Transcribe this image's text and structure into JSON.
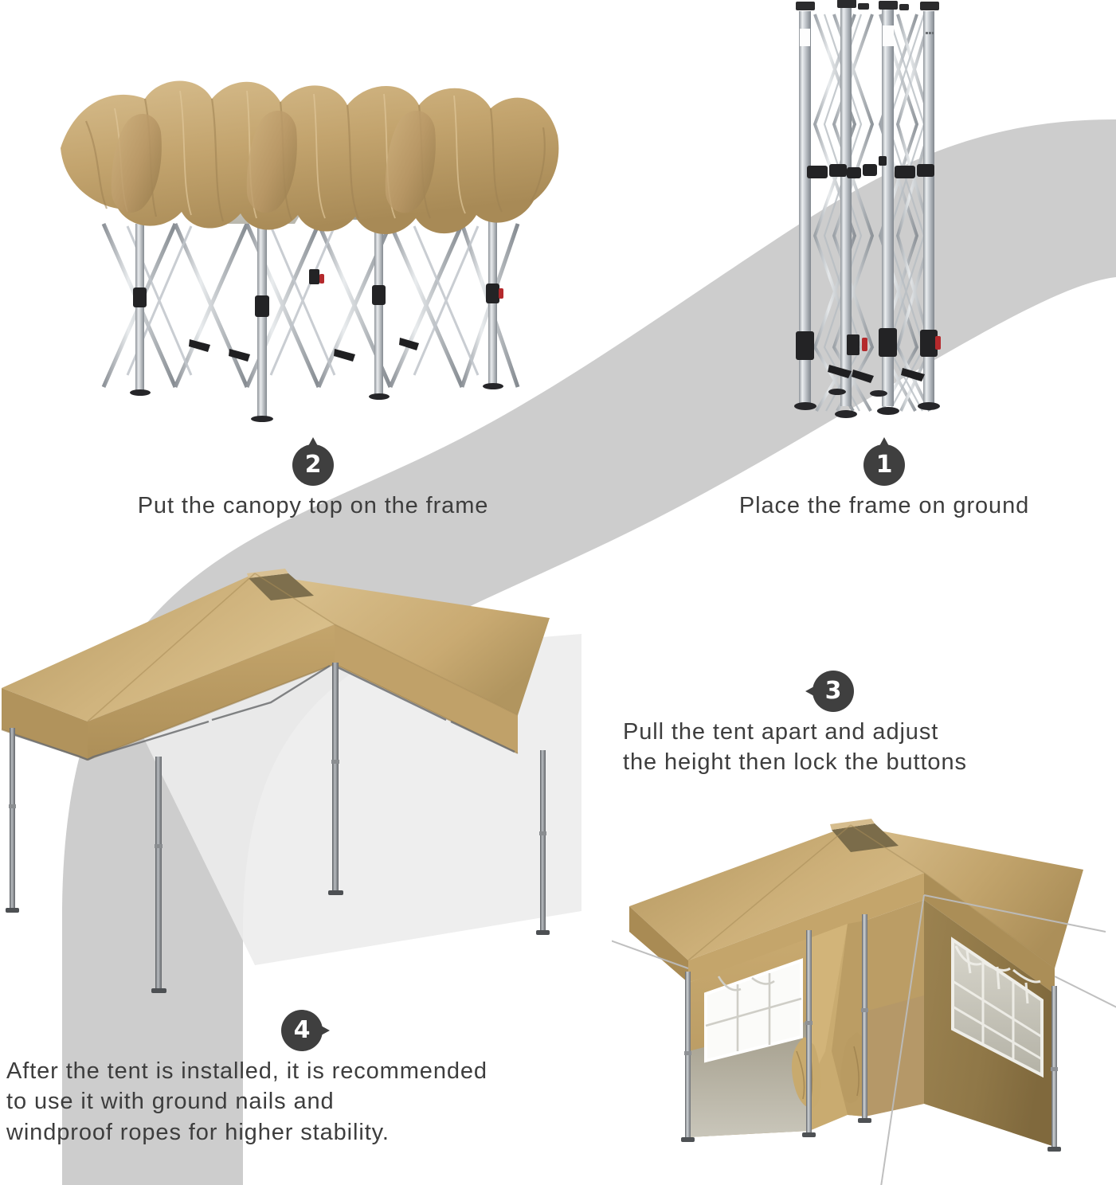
{
  "page": {
    "title": "Pop-up canopy tent setup instructions",
    "background_color": "#ffffff",
    "ribbon_color": "#cdcdcd",
    "text_color": "#3d3d3d",
    "badge_color": "#3f3f3f",
    "badge_text_color": "#ffffff",
    "canopy_color": "#c9ab6e",
    "frame_color": "#b9bdc2"
  },
  "steps": [
    {
      "number": "1",
      "caption": "Place the frame on ground",
      "badge_tail": "up",
      "image_name": "folded-frame-image",
      "image_alt": "Folded aluminium pop-up tent frame standing upright on its feet"
    },
    {
      "number": "2",
      "caption": "Put the canopy top on the frame",
      "badge_tail": "up",
      "image_name": "canopy-on-frame-image",
      "image_alt": "Khaki canopy top draped loosely over the partly open scissor frame"
    },
    {
      "number": "3",
      "caption": "Pull the tent apart and adjust\nthe height then lock the buttons",
      "badge_tail": "left",
      "image_name": "expanded-canopy-image",
      "image_alt": "Fully expanded khaki pop-up canopy with four legs"
    },
    {
      "number": "4",
      "caption": "After the tent is installed, it is recommended\nto use it with ground nails and\nwindproof ropes for higher stability.",
      "badge_tail": "right",
      "image_name": "tent-with-sidewalls-image",
      "image_alt": "Khaki canopy with three sidewalls, church windows, tied-back door and guy ropes"
    }
  ]
}
